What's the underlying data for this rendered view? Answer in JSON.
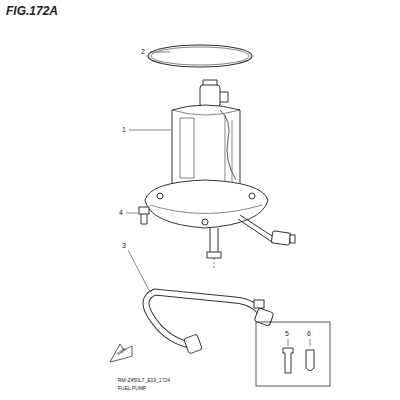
{
  "diagram": {
    "title": "FIG.172A",
    "labels": [
      "2",
      "1",
      "4",
      "3",
      "5",
      "6",
      "FWD",
      "RM-Z450L7_E19_1724",
      "FUEL PUMP"
    ]
  }
}
